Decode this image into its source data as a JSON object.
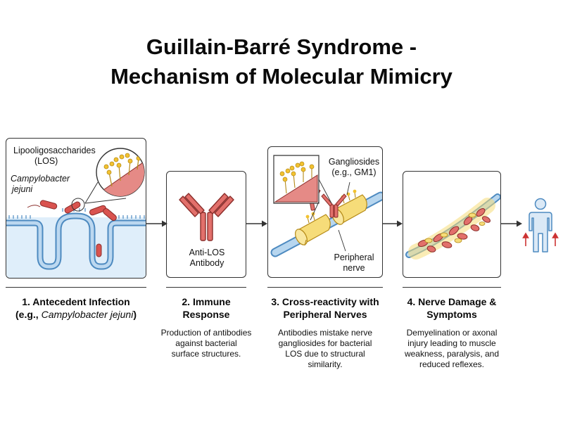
{
  "title": {
    "line1": "Guillain-Barré Syndrome -",
    "line2": "Mechanism of Molecular Mimicry"
  },
  "panel1": {
    "los_label_line1": "Lipooligosaccharides",
    "los_label_line2": "(LOS)",
    "bacterium_line1": "Campylobacter",
    "bacterium_line2": "jejuni"
  },
  "panel2": {
    "antibody_line1": "Anti-LOS",
    "antibody_line2": "Antibody"
  },
  "panel3": {
    "ganglioside_line1": "Gangliosides",
    "ganglioside_line2": "(e.g., GM1)",
    "nerve_line1": "Peripheral",
    "nerve_line2": "nerve"
  },
  "steps": [
    {
      "title_line1": "1. Antecedent Infection",
      "title_line2_prefix": "(e.g., ",
      "title_line2_italic": "Campylobacter jejuni",
      "title_line2_suffix": ")",
      "description": []
    },
    {
      "title_line1": "2. Immune",
      "title_line2": "Response",
      "description": [
        "Production of antibodies",
        "against bacterial",
        "surface structures."
      ]
    },
    {
      "title_line1": "3. Cross-reactivity with",
      "title_line2": "Peripheral Nerves",
      "description": [
        "Antibodies mistake nerve",
        "gangliosides for bacterial",
        "LOS due to structural",
        "similarity."
      ]
    },
    {
      "title_line1": "4. Nerve Damage &",
      "title_line2": "Symptoms",
      "description": [
        "Demyelination or axonal",
        "injury leading to muscle",
        "weakness, paralysis, and",
        "reduced reflexes."
      ]
    }
  ],
  "colors": {
    "bacteria_red": "#d9534f",
    "intestine_blue": "#9cc3e3",
    "myelin_yellow": "#f6dc79",
    "nerve_blue": "#a8cce8",
    "outline": "#333333"
  }
}
